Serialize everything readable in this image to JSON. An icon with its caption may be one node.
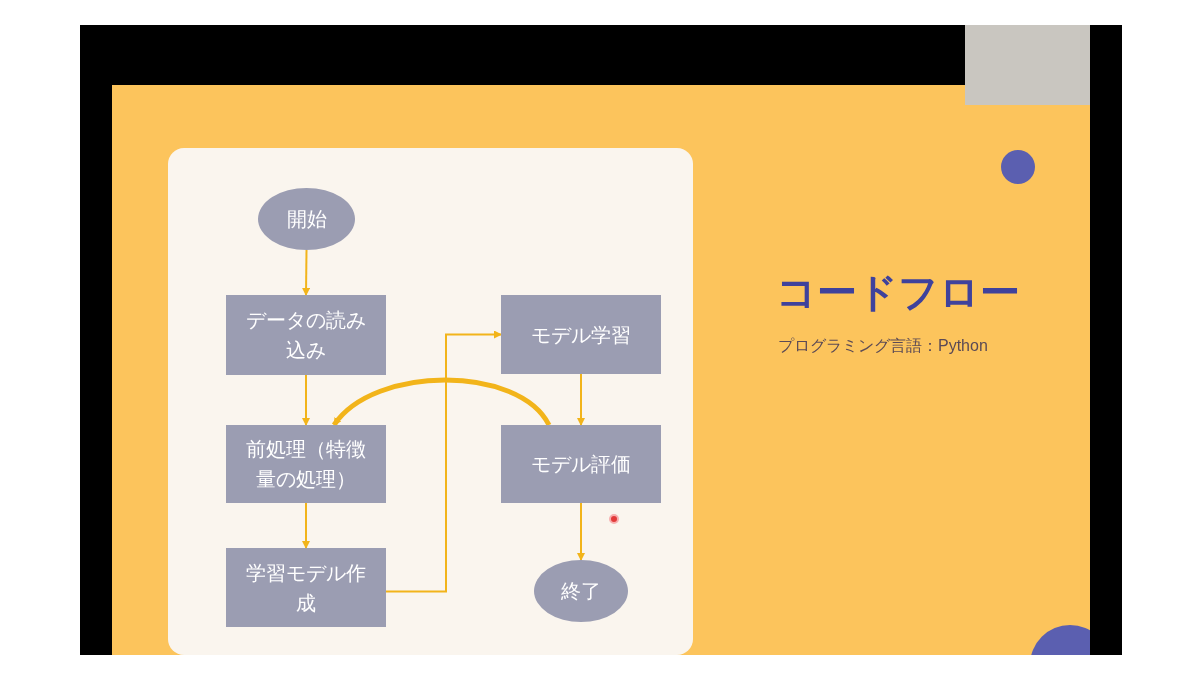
{
  "diagram": {
    "title": "コードフロー",
    "nodes": [
      {
        "text": [
          "開始"
        ]
      },
      {
        "text": [
          "データの読み込み"
        ]
      },
      {
        "text": [
          "前処理（特徴量の処理）"
        ]
      },
      {
        "text": [
          "学習モデル作成"
        ]
      },
      {
        "text": [
          "モデル学習"
        ]
      },
      {
        "text": [
          "モデル評価"
        ]
      },
      {
        "text": [
          "終了"
        ]
      }
    ],
    "edges": [
      {
        "from": 0,
        "to": 1,
        "arrow": "to"
      },
      {
        "from": 1,
        "to": 2,
        "arrow": "to"
      },
      {
        "from": 2,
        "to": 3,
        "arrow": "to"
      },
      {
        "from": 3,
        "to": 4,
        "arrow": "to"
      },
      {
        "from": 4,
        "to": 5,
        "arrow": "to"
      },
      {
        "from": 5,
        "to": 2,
        "arrow": "to",
        "style": "thick"
      },
      {
        "from": 5,
        "to": 6,
        "arrow": "to"
      }
    ],
    "labels": [
      "プログラミング言語：Python"
    ]
  }
}
